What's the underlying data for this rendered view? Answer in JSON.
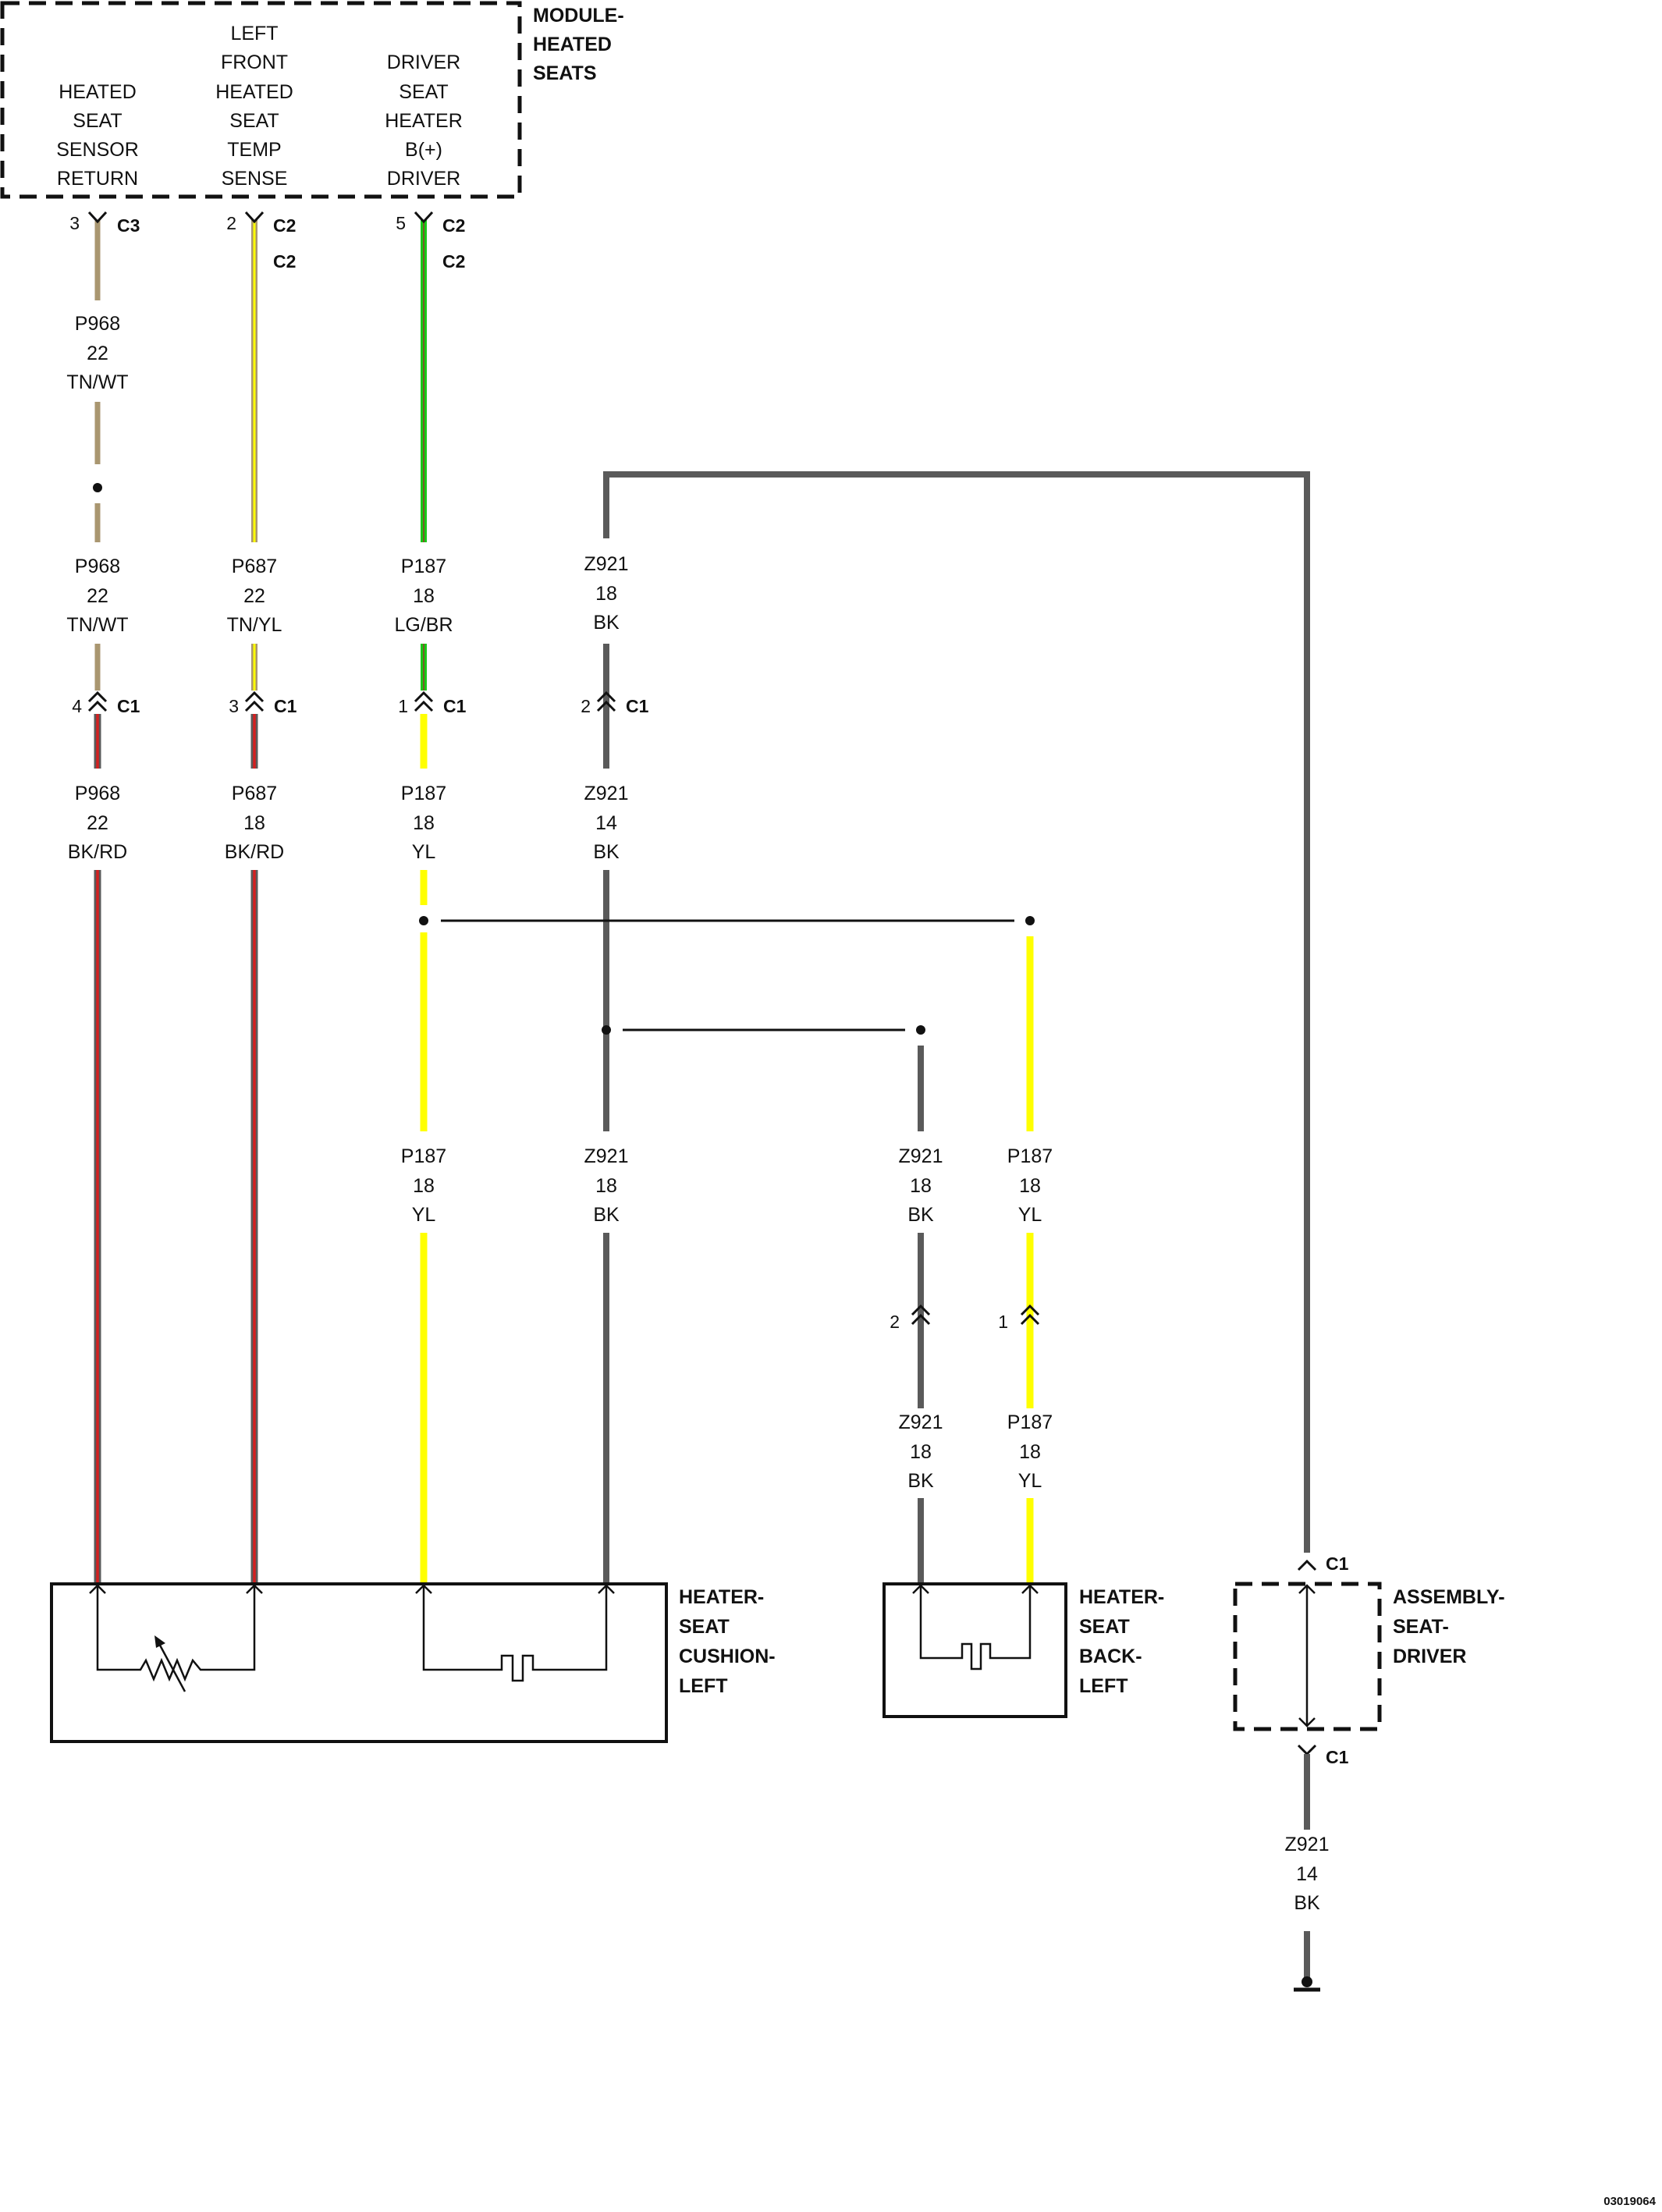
{
  "module": {
    "title": [
      "MODULE-",
      "HEATED",
      "SEATS"
    ],
    "pin_functions": [
      [
        "HEATED",
        "SEAT",
        "SENSOR",
        "RETURN"
      ],
      [
        "LEFT",
        "FRONT",
        "HEATED",
        "SEAT",
        "TEMP",
        "SENSE"
      ],
      [
        "DRIVER",
        "SEAT",
        "HEATER",
        "B(+)",
        "DRIVER"
      ]
    ]
  },
  "connectors": {
    "module_pins": [
      {
        "pin": "3",
        "name": "C3"
      },
      {
        "pin": "2",
        "name": "C2",
        "name2": "C2"
      },
      {
        "pin": "5",
        "name": "C2",
        "name2": "C2"
      }
    ],
    "inline_c1": [
      {
        "pin": "4",
        "name": "C1"
      },
      {
        "pin": "3",
        "name": "C1"
      },
      {
        "pin": "1",
        "name": "C1"
      },
      {
        "pin": "2",
        "name": "C1"
      }
    ],
    "back_connector": [
      {
        "pin": "2"
      },
      {
        "pin": "1"
      }
    ],
    "assembly_top": "C1",
    "assembly_bottom": "C1"
  },
  "wires": {
    "w1_top": {
      "circuit": "P968",
      "gauge": "22",
      "color": "TN/WT"
    },
    "w1_mid": {
      "circuit": "P968",
      "gauge": "22",
      "color": "TN/WT"
    },
    "w1_bot": {
      "circuit": "P968",
      "gauge": "22",
      "color": "BK/RD"
    },
    "w2_mid": {
      "circuit": "P687",
      "gauge": "22",
      "color": "TN/YL"
    },
    "w2_bot": {
      "circuit": "P687",
      "gauge": "18",
      "color": "BK/RD"
    },
    "w3_mid": {
      "circuit": "P187",
      "gauge": "18",
      "color": "LG/BR"
    },
    "w3_bot": {
      "circuit": "P187",
      "gauge": "18",
      "color": "YL"
    },
    "w3_low": {
      "circuit": "P187",
      "gauge": "18",
      "color": "YL"
    },
    "w4_mid": {
      "circuit": "Z921",
      "gauge": "18",
      "color": "BK"
    },
    "w4_bot": {
      "circuit": "Z921",
      "gauge": "14",
      "color": "BK"
    },
    "w4_low": {
      "circuit": "Z921",
      "gauge": "18",
      "color": "BK"
    },
    "w5_top": {
      "circuit": "Z921",
      "gauge": "18",
      "color": "BK"
    },
    "w5_bot": {
      "circuit": "Z921",
      "gauge": "18",
      "color": "BK"
    },
    "w6_top": {
      "circuit": "P187",
      "gauge": "18",
      "color": "YL"
    },
    "w6_bot": {
      "circuit": "P187",
      "gauge": "18",
      "color": "YL"
    },
    "ground": {
      "circuit": "Z921",
      "gauge": "14",
      "color": "BK"
    }
  },
  "components": {
    "cushion": [
      "HEATER-",
      "SEAT",
      "CUSHION-",
      "LEFT"
    ],
    "back": [
      "HEATER-",
      "SEAT",
      "BACK-",
      "LEFT"
    ],
    "assembly": [
      "ASSEMBLY-",
      "SEAT-",
      "DRIVER"
    ]
  },
  "colors": {
    "tan": "#a99670",
    "yellow": "#ffff00",
    "green": "#18c818",
    "red": "#d42020",
    "gray": "#5a5a5a",
    "black": "#111111"
  },
  "reference_id": "03019064"
}
